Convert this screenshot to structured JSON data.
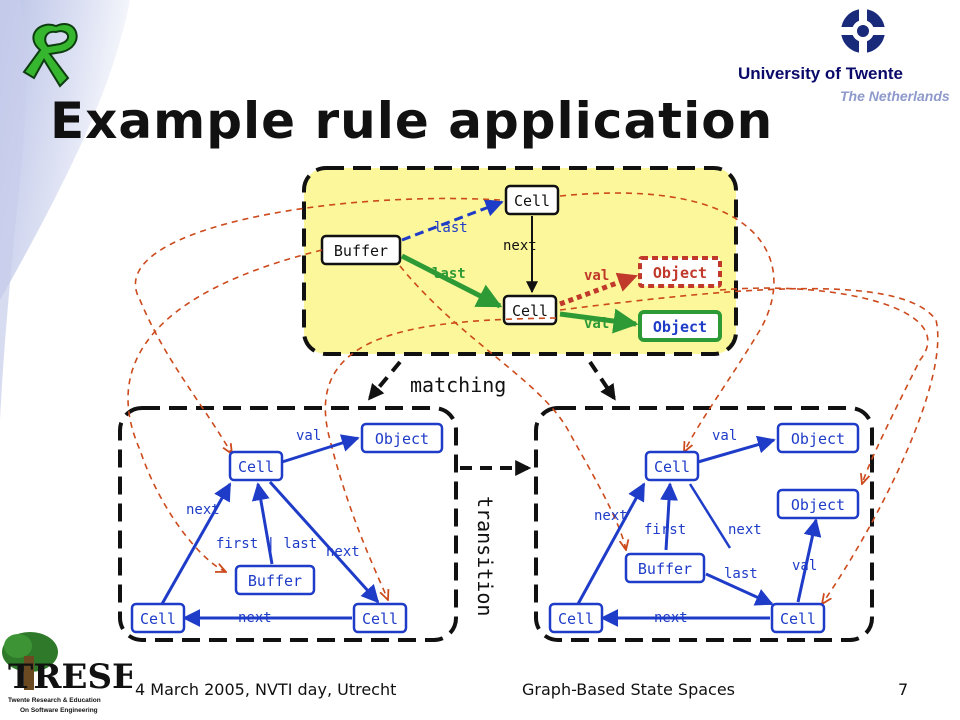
{
  "slide": {
    "title": "Example rule application",
    "university": "University of Twente",
    "country": "The Netherlands",
    "footer": {
      "date_place": "4 March 2005, NVTI day, Utrecht",
      "topic": "Graph-Based State Spaces",
      "page": "7"
    },
    "logo_text": "TRESE",
    "logo_subtitle": "Twente Research & Education On Software Engineering"
  },
  "colors": {
    "blue": "#1e3cc8",
    "green": "#2e9a36",
    "red": "#c0392b",
    "mapping": "#cc4a1c",
    "rule_fill": "#fbf79a"
  },
  "diagram": {
    "rule": {
      "nodes": {
        "cell_top": "Cell",
        "buffer": "Buffer",
        "cell_mid": "Cell",
        "object_del": "Object",
        "object_new": "Object"
      },
      "edges": {
        "last_del": "last",
        "next": "next",
        "last_new": "last",
        "val_del": "val",
        "val_new": "val"
      }
    },
    "arrow_labels": {
      "matching": "matching",
      "transition": "transition"
    },
    "left_graph": {
      "nodes": {
        "cell_top": "Cell",
        "object": "Object",
        "buffer": "Buffer",
        "cell_bl": "Cell",
        "cell_br": "Cell"
      },
      "edges": {
        "val": "val",
        "next_left": "next",
        "first_last": "first | last",
        "next_right": "next",
        "next_bottom": "next"
      }
    },
    "right_graph": {
      "nodes": {
        "cell_top": "Cell",
        "object_top": "Object",
        "object_mid": "Object",
        "buffer": "Buffer",
        "cell_bl": "Cell",
        "cell_br": "Cell"
      },
      "edges": {
        "val_top": "val",
        "next_left": "next",
        "first": "first",
        "next_mid": "next",
        "last": "last",
        "val_mid": "val",
        "next_bottom": "next"
      }
    }
  }
}
